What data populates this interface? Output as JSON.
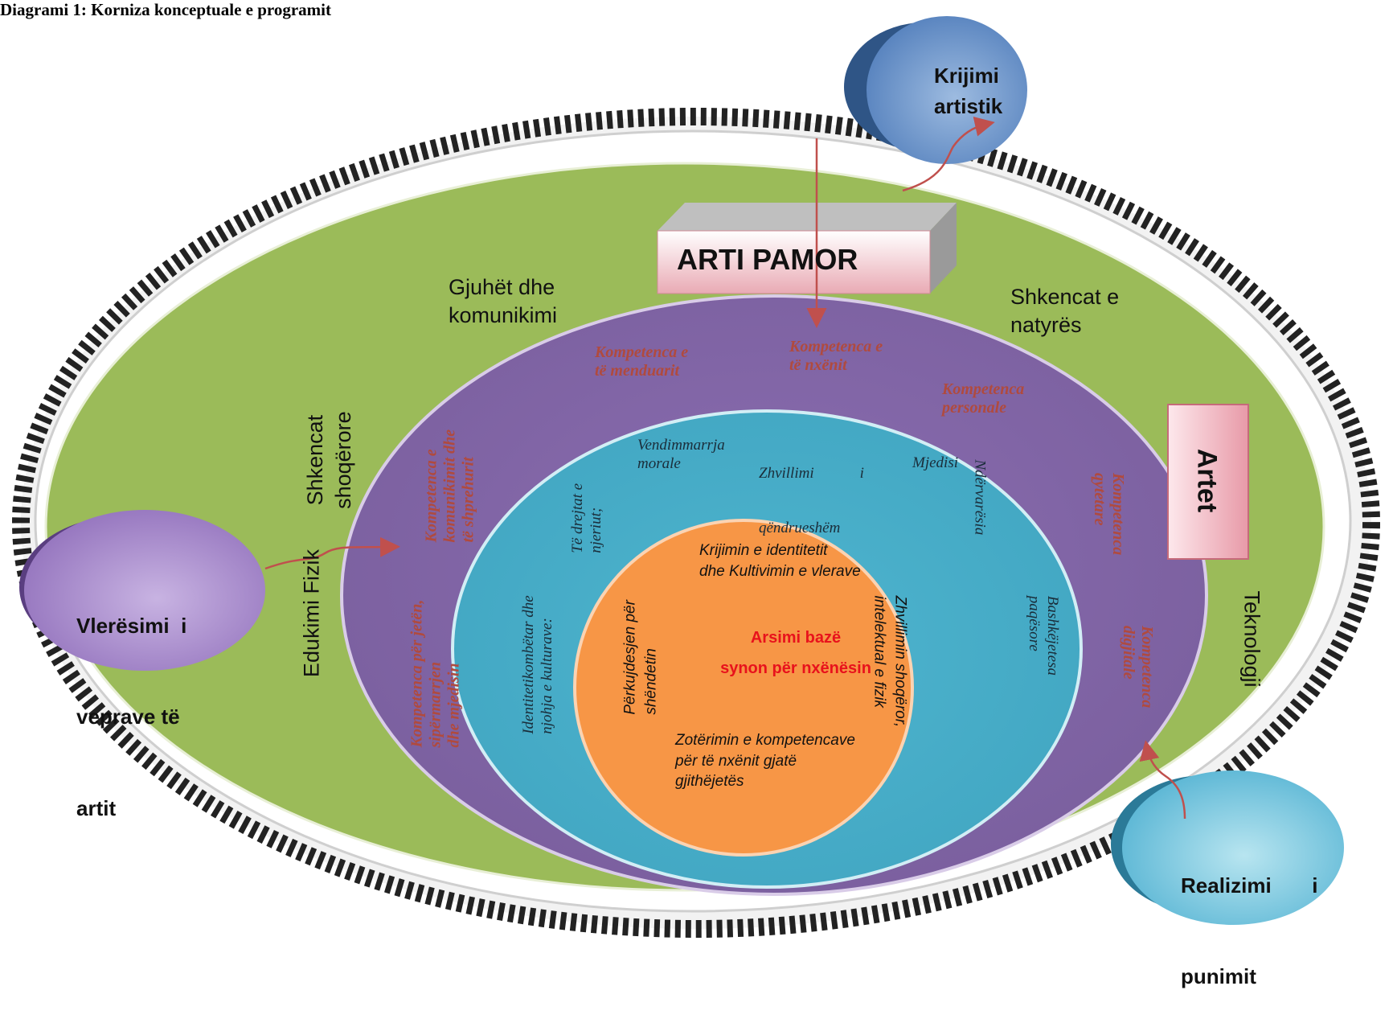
{
  "title": "Diagrami 1:  Korniza konceptuale e programit",
  "box_main": "ARTI PAMOR",
  "box_side": "Artet",
  "areas": {
    "gjuhet": [
      "Gjuhët dhe",
      "komunikimi"
    ],
    "shkencat_natyres": [
      "Shkencat e",
      "natyrës"
    ],
    "shkencat_shoqerore": [
      "Shkencat",
      "shoqërore"
    ],
    "edukimi_fizik": "Edukimi Fizik",
    "teknologji": "Teknologji"
  },
  "competences": {
    "menduarit": [
      "Kompetenca    e",
      "të menduarit"
    ],
    "nxenit": [
      "Kompetenca    e",
      "të nxënit"
    ],
    "personale": [
      "Kompetenca",
      "personale"
    ],
    "komunikimit": [
      "Kompetenca e",
      "komunikimit dhe",
      "të shprehurit"
    ],
    "jeten": [
      "Kompetenca për jetën,",
      "sipërmarrjen",
      "dhe mjedisin"
    ],
    "qytetare": [
      "Kompetenca",
      "qytetare"
    ],
    "digjitale": [
      "Kompetenca",
      "digjitale"
    ]
  },
  "values": {
    "vendimmarrja": [
      "Vendimmarrja",
      "morale"
    ],
    "zhvillimi": [
      "Zhvillimi            i",
      "qëndrueshëm"
    ],
    "mjedisi": "Mjedisi",
    "te_drejtat": [
      "Të drejtat e",
      "njeriut;"
    ],
    "ndervaresia": "Ndërvarësia",
    "identiteti": [
      "Identitetikombëtar dhe",
      "njohja e kulturave:"
    ],
    "bashkejetesa": [
      "Bashkëjetesa",
      "paqësore"
    ]
  },
  "core": {
    "krijimin": [
      "Krijimin e identitetit",
      "dhe Kultivimin e vlerave"
    ],
    "perkujdesjen": [
      "Përkujdesjen për",
      "shëndetin"
    ],
    "zhvillimin": [
      "Zhvillimin shoqëror,",
      "intelektual e fizik"
    ],
    "zoterimin": [
      "Zotërimin e kompetencave",
      "për të nxënit gjatë",
      "gjithëjetës"
    ],
    "center": [
      "Arsimi bazë",
      "synon për nxënësin"
    ]
  },
  "bubbles": {
    "krijimi": [
      "Krijimi",
      "artistik"
    ],
    "vleresimi": [
      "Vlerësimi  i",
      "veprave të",
      "artit"
    ],
    "realizimi": [
      "Realizimi       i",
      "punimit"
    ]
  },
  "colors": {
    "green": "#9bbb59",
    "purple": "#8064a2",
    "teal": "#4bacc6",
    "orange": "#f79646",
    "arrow": "#c0504d",
    "red_text": "#e8121c",
    "competence_text": "#b04a3e"
  }
}
